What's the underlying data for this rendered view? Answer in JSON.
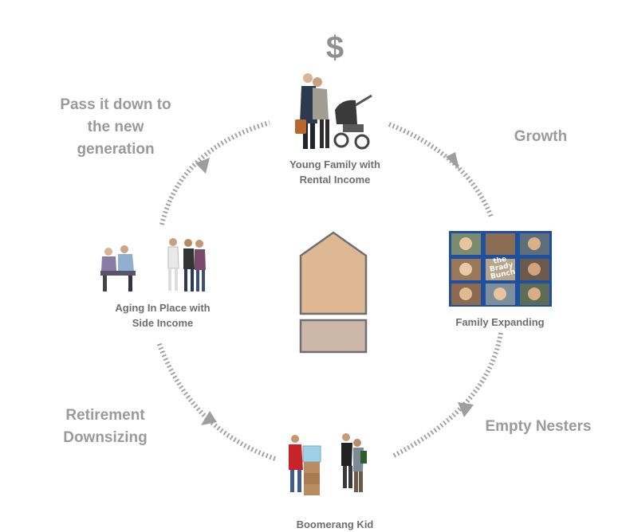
{
  "symbol": "$",
  "phases": {
    "growth": "Growth",
    "empty_nesters": "Empty Nesters",
    "retirement": "Retirement\nDownsizing",
    "pass_down": "Pass it down to\nthe new\ngeneration"
  },
  "nodes": {
    "young_family": "Young Family with\nRental Income",
    "family_expanding": "Family Expanding",
    "boomerang_kid": "Boomerang Kid",
    "aging_in_place": "Aging In Place with\nSide Income"
  },
  "photo_text": {
    "brady_bunch": "the\nBrady\nBunch"
  },
  "colors": {
    "label_gray": "#9a9a9a",
    "arrow_dots": "#a0a0a0",
    "house_main": "#deb893",
    "house_base": "#cdb7a8",
    "house_stroke": "#6f6f6f",
    "tv_blue": "#1f4f9f"
  }
}
